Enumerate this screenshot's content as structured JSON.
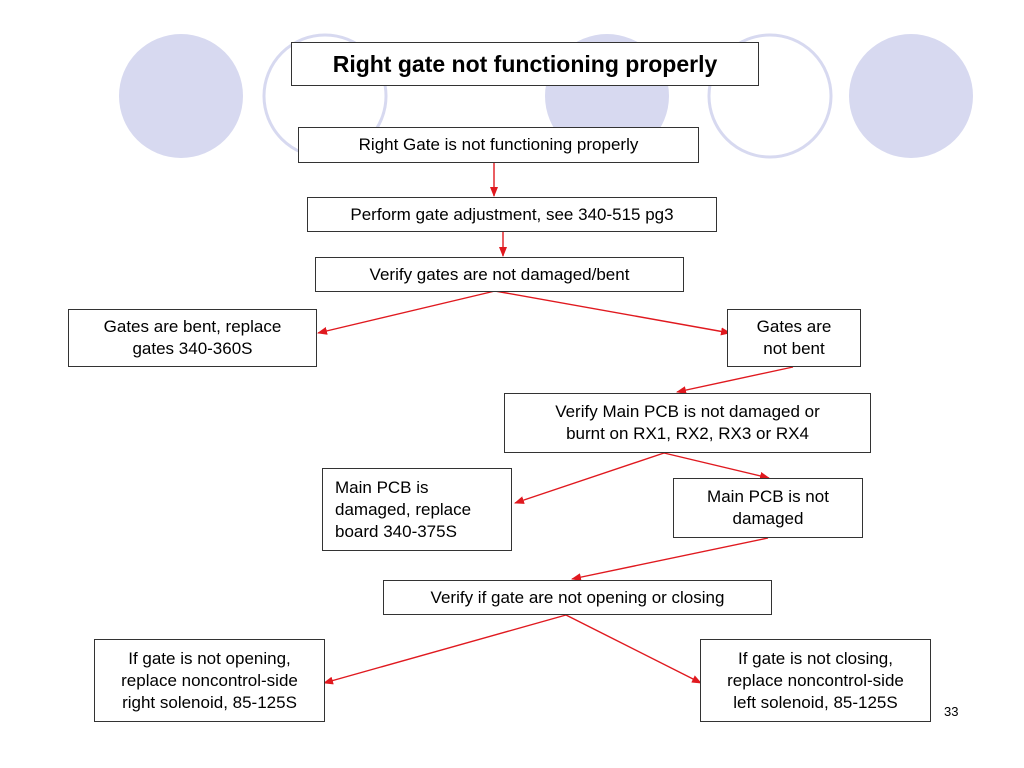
{
  "title": "Right  gate not functioning properly",
  "boxes": {
    "b1": "Right Gate is not functioning properly",
    "b2": "Perform gate adjustment, see 340-515 pg3",
    "b3": "Verify gates are not damaged/bent",
    "b4": "Gates are bent, replace\ngates 340-360S",
    "b5": "Gates are\nnot bent",
    "b6": "Verify Main PCB is not damaged or\nburnt on RX1, RX2, RX3 or RX4",
    "b7": "Main PCB is\ndamaged, replace\nboard 340-375S",
    "b8": "Main PCB is not\ndamaged",
    "b9": "Verify if gate are not opening or closing",
    "b10": "If gate is not opening,\nreplace noncontrol-side\nright solenoid, 85-125S",
    "b11": "If gate is not closing,\nreplace noncontrol-side\nleft solenoid, 85-125S"
  },
  "page_number": "33",
  "colors": {
    "arrow": "#e0191f",
    "circle_fill": "#d7d9f0",
    "circle_outline": "#d7d9f0"
  }
}
